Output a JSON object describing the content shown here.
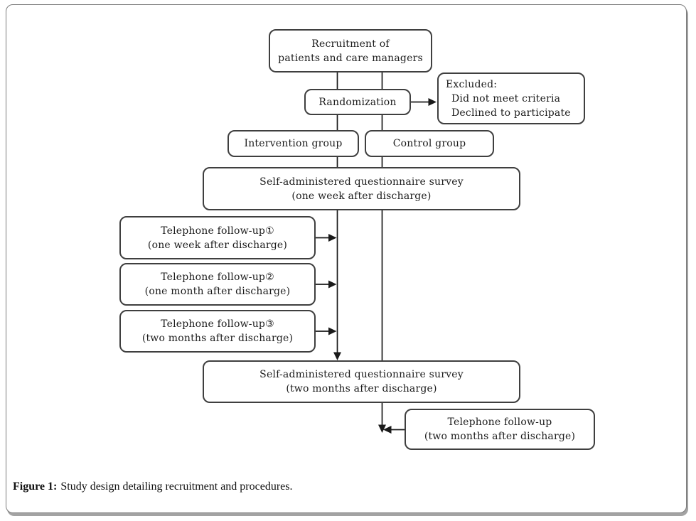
{
  "figure": {
    "caption_label": "Figure 1:",
    "caption_text": "Study design detailing recruitment and procedures."
  },
  "colors": {
    "box_border": "#3f3f3f",
    "line": "#1a1a1a",
    "frame_border": "#7b7b7b",
    "frame_shadow": "#a3a3a3"
  },
  "flowchart": {
    "recruitment": {
      "line1": "Recruitment of",
      "line2": "patients and care managers"
    },
    "randomization": {
      "label": "Randomization"
    },
    "excluded": {
      "line1": "Excluded:",
      "line2": "Did not meet criteria",
      "line3": "Declined to participate"
    },
    "intervention": {
      "label": "Intervention group"
    },
    "control": {
      "label": "Control group"
    },
    "survey_week1": {
      "line1": "Self-administered questionnaire survey",
      "line2": "(one week after discharge)"
    },
    "phone1": {
      "line1": "Telephone follow-up①",
      "line2": "(one week after discharge)"
    },
    "phone2": {
      "line1": "Telephone follow-up②",
      "line2": "(one month after discharge)"
    },
    "phone3": {
      "line1": "Telephone follow-up③",
      "line2": "(two months after discharge)"
    },
    "survey_month2": {
      "line1": "Self-administered questionnaire survey",
      "line2": "(two months after discharge)"
    },
    "phone_final": {
      "line1": "Telephone follow-up",
      "line2": "(two months after discharge)"
    }
  }
}
